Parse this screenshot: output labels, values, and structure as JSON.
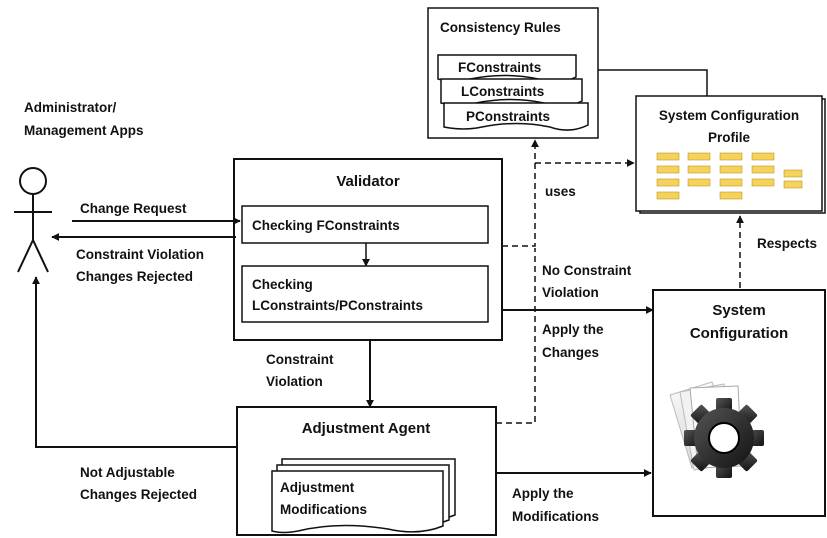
{
  "actor": {
    "label_line1": "Administrator/",
    "label_line2": "Management Apps"
  },
  "consistency_rules": {
    "title": "Consistency Rules",
    "items": [
      "FConstraints",
      "LConstraints",
      "PConstraints"
    ]
  },
  "profile": {
    "title_line1": "System Configuration",
    "title_line2": "Profile"
  },
  "validator": {
    "title": "Validator",
    "check1": "Checking  FConstraints",
    "check2_line1": "Checking",
    "check2_line2": "LConstraints/PConstraints"
  },
  "adjustment": {
    "title": "Adjustment  Agent",
    "doc_line1": "Adjustment",
    "doc_line2": "Modifications"
  },
  "system_config": {
    "title_line1": "System",
    "title_line2": "Configuration"
  },
  "edges": {
    "change_request": "Change Request",
    "violation_line1": "Constraint Violation",
    "violation_line2": "Changes Rejected",
    "uses": "uses",
    "respects": "Respects",
    "no_violation_line1": "No Constraint",
    "no_violation_line2": "Violation",
    "apply_changes_line1": "Apply the",
    "apply_changes_line2": "Changes",
    "constraint_violation_line1": "Constraint",
    "constraint_violation_line2": "Violation",
    "not_adjustable_line1": "Not Adjustable",
    "not_adjustable_line2": "Changes Rejected",
    "apply_mods_line1": "Apply the",
    "apply_mods_line2": "Modifications"
  },
  "colors": {
    "line": "#111111",
    "profile_note_fill": "#f5d25a",
    "gear_body": "#2b2b2b",
    "page_fill": "#e9e9e9"
  }
}
